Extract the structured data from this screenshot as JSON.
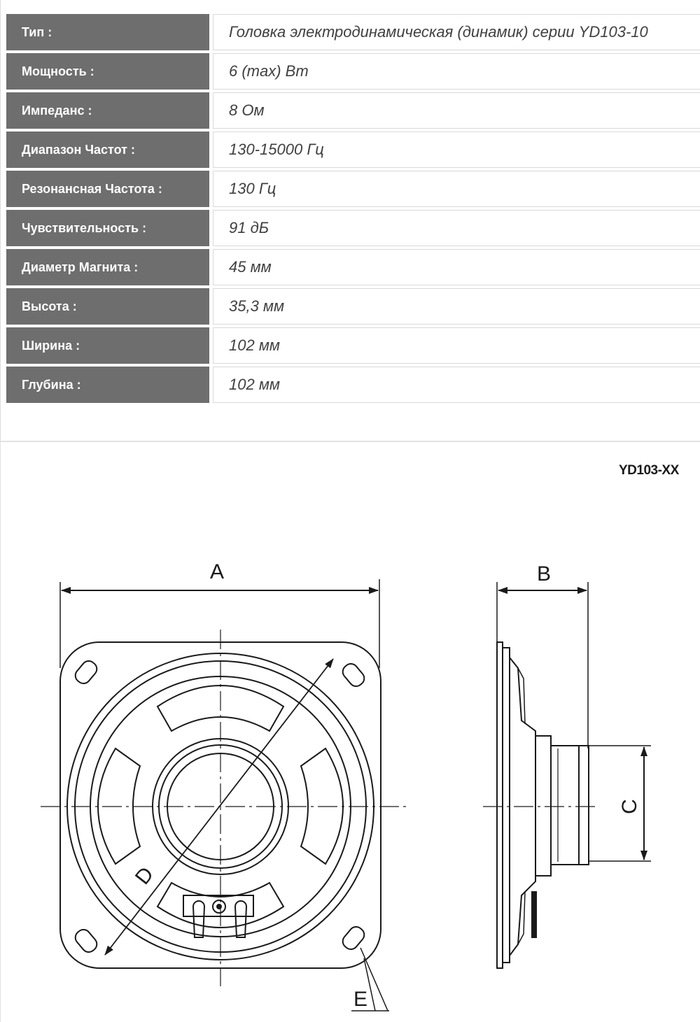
{
  "specs": [
    {
      "label": "Тип :",
      "value": "Головка электродинамическая (динамик) серии YD103-10"
    },
    {
      "label": "Мощность :",
      "value": "6 (max) Вт"
    },
    {
      "label": "Импеданс :",
      "value": "8 Ом"
    },
    {
      "label": "Диапазон Частот :",
      "value": "130-15000 Гц"
    },
    {
      "label": "Резонансная Частота :",
      "value": "130 Гц"
    },
    {
      "label": "Чувствительность :",
      "value": "91 дБ"
    },
    {
      "label": "Диаметр Магнита :",
      "value": "45 мм"
    },
    {
      "label": "Высота :",
      "value": "35,3 мм"
    },
    {
      "label": "Ширина :",
      "value": "102 мм"
    },
    {
      "label": "Глубина :",
      "value": "102 мм"
    }
  ],
  "drawing": {
    "model": "YD103-XX",
    "dim_a": "A",
    "dim_b": "B",
    "dim_c": "C",
    "dim_d": "D",
    "dim_e": "E"
  },
  "colors": {
    "label_bg": "#6e6e6e",
    "label_text": "#ffffff",
    "value_text": "#404040",
    "line": "#1a1a1a"
  }
}
